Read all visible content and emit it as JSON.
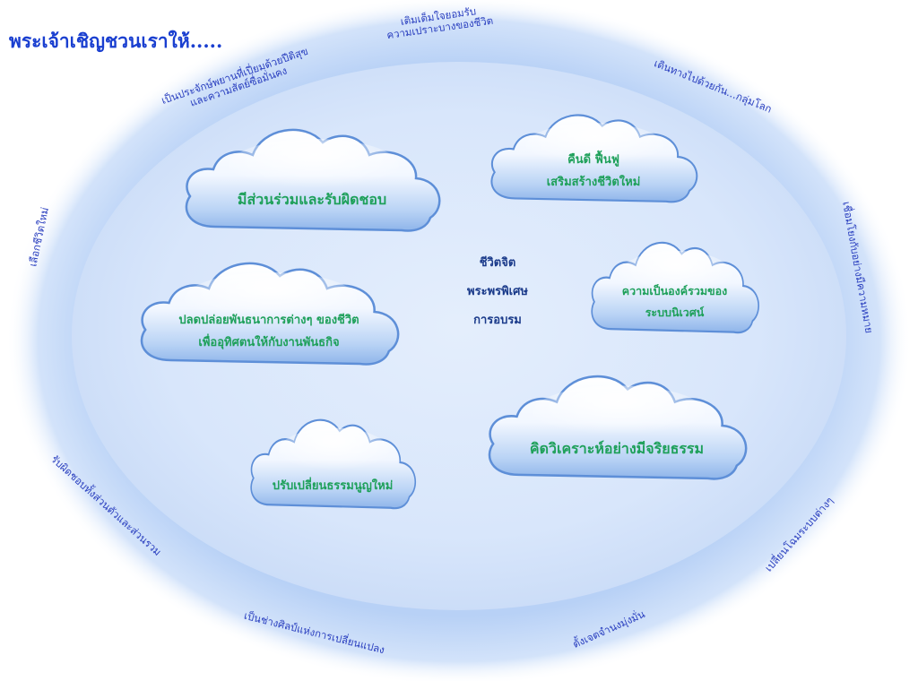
{
  "title": "พระเจ้าเชิญชวนเราให้.....",
  "center": {
    "line1": "ชีวิตจิต",
    "line2": "พระพรพิเศษ",
    "line3": "การอบรม"
  },
  "clouds": {
    "responsibility": "มีส่วนร่วมและรับผิดชอบ",
    "renew": {
      "line1": "คืนดี ฟื้นฟู",
      "line2": "เสริมสร้างชีวิตใหม่"
    },
    "liberate": {
      "line1": "ปลดปล่อยพันธนาการต่างๆ ของชีวิต",
      "line2": "เพื่ออุทิศตนให้กับงานพันธกิจ"
    },
    "ecosystem": {
      "line1": "ความเป็นองค์รวมของ",
      "line2": "ระบบนิเวศน์"
    },
    "ethics": "คิดวิเคราะห์อย่างมีจริยธรรม",
    "constitution": "ปรับเปลี่ยนธรรมนูญใหม่"
  },
  "ring": {
    "top_center": {
      "line1": "เติมเต็มใจยอมรับ",
      "line2": "ความเปราะบางของชีวิต"
    },
    "top_left": {
      "line1": "เป็นประจักษ์พยานที่เปี่ยมด้วยปีติสุข",
      "line2": "และความสัตย์ซื่อมั่นคง"
    },
    "top_right": "เดินทางไปด้วยกัน...กลุ่มโลก",
    "left": "เลือกชีวิตใหม่",
    "right": "เชื่อมโยงกับอย่างมีความหมาย",
    "bottom_left": "รับผิดชอบทั้งส่วนตัวและส่วนรวม",
    "bottom_center_left": "เป็นช่างศิลป์แห่งการเปลี่ยนแปลง",
    "bottom_center_right": "ตั้งเจตจำนงมุ่งมั่น",
    "bottom_right": "เปลี่ยนโฉมระบบต่างๆ"
  },
  "colors": {
    "title": "#1a3fd0",
    "cloud_text": "#1ea05a",
    "ring_text": "#2a3fbf",
    "center_text": "#1a3a8a",
    "ellipse_outer": "#b9d3f7",
    "ellipse_inner": "#dbe8fb"
  }
}
